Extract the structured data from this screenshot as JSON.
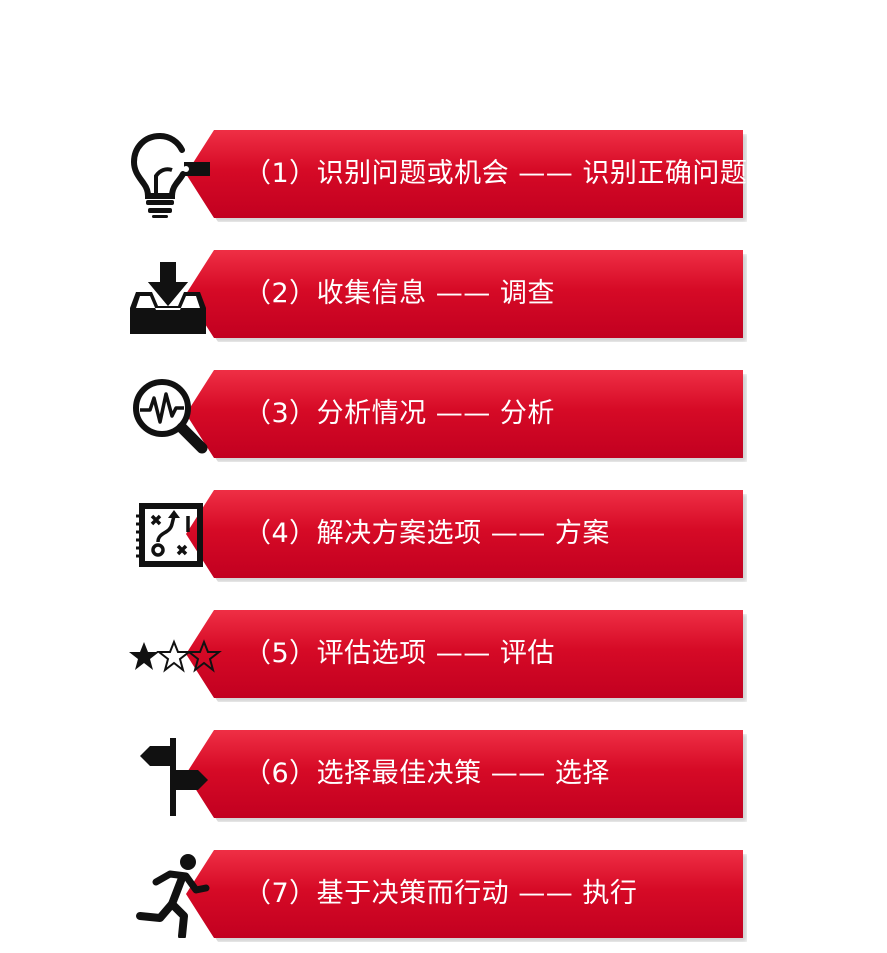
{
  "steps": [
    {
      "label": "（1）识别问题或机会 —— 识别正确问题",
      "icon": "lightbulb-icon"
    },
    {
      "label": "（2）收集信息 —— 调查",
      "icon": "inbox-download-icon"
    },
    {
      "label": "（3）分析情况 —— 分析",
      "icon": "magnifier-pulse-icon"
    },
    {
      "label": "（4）解决方案选项 —— 方案",
      "icon": "strategy-board-icon"
    },
    {
      "label": "（5）评估选项 —— 评估",
      "icon": "star-rating-icon"
    },
    {
      "label": "（6）选择最佳决策 —— 选择",
      "icon": "signpost-icon"
    },
    {
      "label": "（7）基于决策而行动 —— 执行",
      "icon": "running-person-icon"
    }
  ],
  "colors": {
    "banner": "#d60a26",
    "icon": "#111111",
    "text": "#ffffff"
  }
}
